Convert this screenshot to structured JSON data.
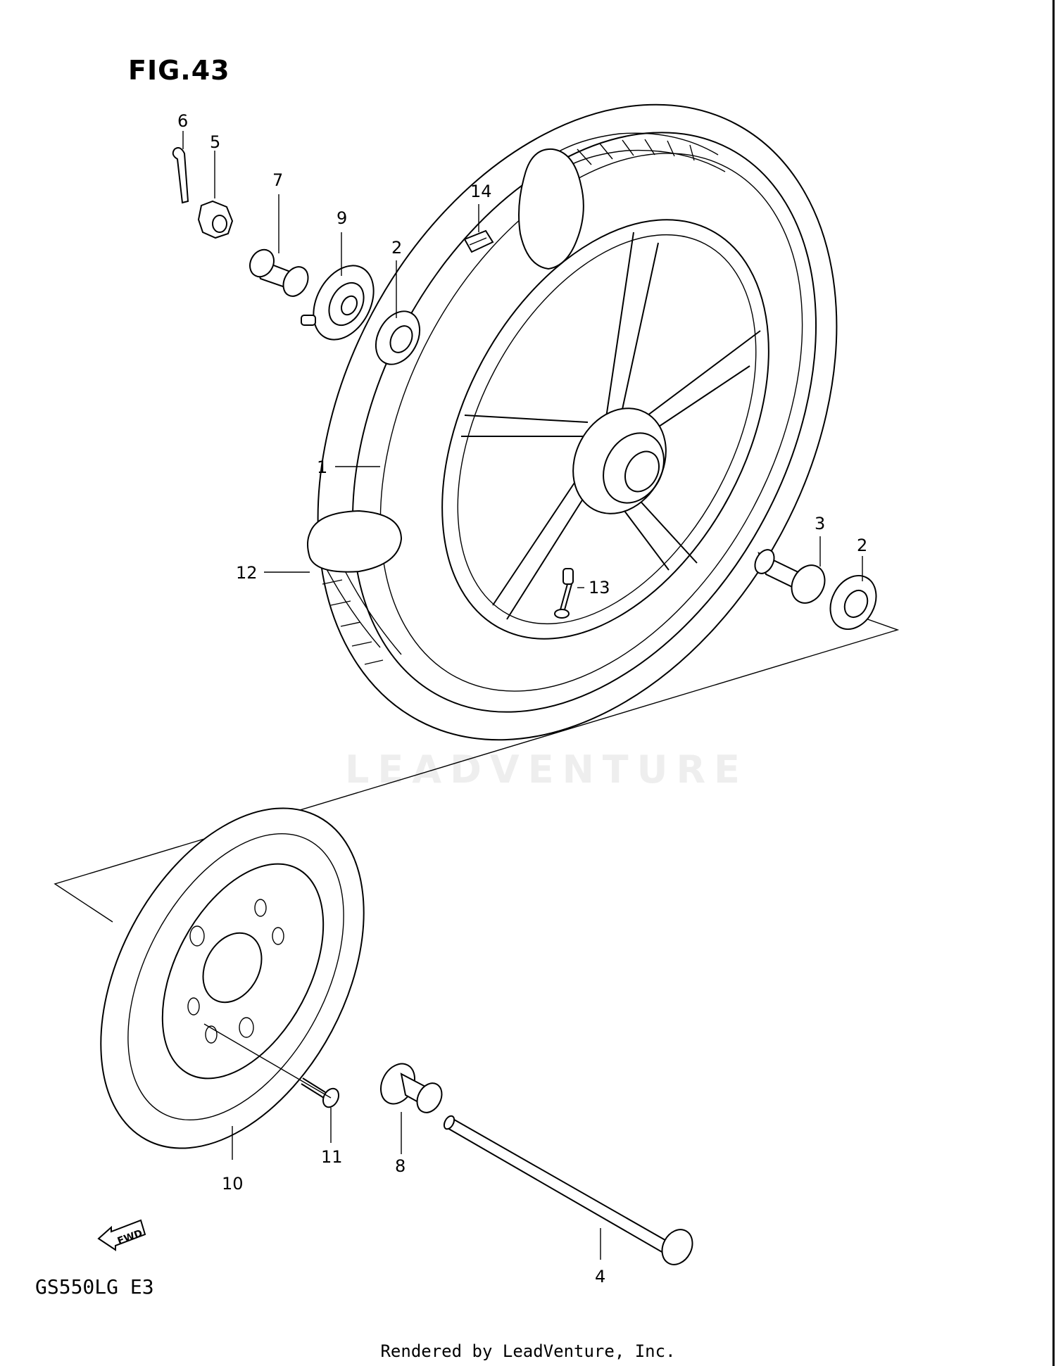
{
  "figure": {
    "title": "FIG.43",
    "model_code": "GS550LG  E3",
    "footer": "Rendered by LeadVenture, Inc.",
    "watermark": "LEADVENTURE",
    "fwd_label": "FWD"
  },
  "callouts": [
    {
      "id": "c1",
      "label": "1"
    },
    {
      "id": "c2a",
      "label": "2"
    },
    {
      "id": "c2b",
      "label": "2"
    },
    {
      "id": "c3",
      "label": "3"
    },
    {
      "id": "c4",
      "label": "4"
    },
    {
      "id": "c5",
      "label": "5"
    },
    {
      "id": "c6",
      "label": "6"
    },
    {
      "id": "c7",
      "label": "7"
    },
    {
      "id": "c8",
      "label": "8"
    },
    {
      "id": "c9",
      "label": "9"
    },
    {
      "id": "c10",
      "label": "10"
    },
    {
      "id": "c11",
      "label": "11"
    },
    {
      "id": "c12",
      "label": "12"
    },
    {
      "id": "c13",
      "label": "13"
    },
    {
      "id": "c14",
      "label": "14"
    }
  ]
}
